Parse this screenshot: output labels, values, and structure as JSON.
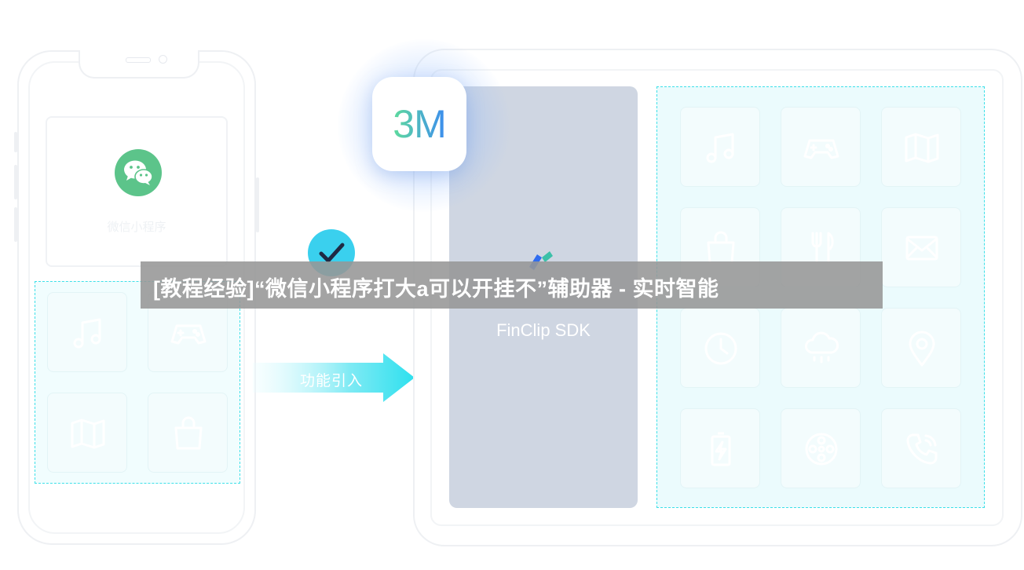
{
  "title": "[教程经验]“微信小程序打大a可以开挂不”辅助器 - 实时智能",
  "phone": {
    "wechat_caption": "微信小程序",
    "grid_icons": [
      "music-icon",
      "gamepad-icon",
      "map-icon",
      "shopping-bag-icon"
    ]
  },
  "arrow": {
    "label": "功能引入"
  },
  "badge": {
    "label": "3M"
  },
  "sdk": {
    "label": "FinClip SDK"
  },
  "tablet": {
    "grid_icons": [
      "music-icon",
      "gamepad-icon",
      "map-icon",
      "shopping-bag-icon",
      "utensils-icon",
      "mail-icon",
      "clock-icon",
      "rain-cloud-icon",
      "location-pin-icon",
      "battery-charging-icon",
      "film-reel-icon",
      "phone-call-icon"
    ]
  },
  "colors": {
    "accent_cyan": "#3de0e8",
    "wechat_green": "#5cc48a",
    "sdk_panel": "#cfd6e2",
    "check_blue": "#3ad0ee",
    "badge_gradient_start": "#5fdc9c",
    "badge_gradient_end": "#3b8cf0"
  }
}
